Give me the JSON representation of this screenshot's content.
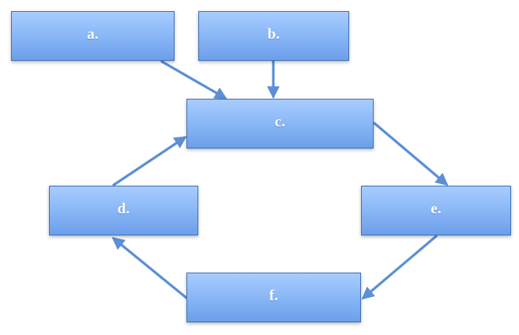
{
  "diagram": {
    "nodes": [
      {
        "id": "a",
        "label": "a."
      },
      {
        "id": "b",
        "label": "b."
      },
      {
        "id": "c",
        "label": "c."
      },
      {
        "id": "d",
        "label": "d."
      },
      {
        "id": "e",
        "label": "e."
      },
      {
        "id": "f",
        "label": "f."
      }
    ],
    "edges": [
      {
        "from": "a",
        "to": "c"
      },
      {
        "from": "b",
        "to": "c"
      },
      {
        "from": "c",
        "to": "e"
      },
      {
        "from": "e",
        "to": "f"
      },
      {
        "from": "f",
        "to": "d"
      },
      {
        "from": "d",
        "to": "c"
      }
    ]
  },
  "colors": {
    "box_top": "#a9ccff",
    "box_bottom": "#6c9fea",
    "box_border": "#3f72b5",
    "arrow": "#5b8fd6",
    "label": "#ffffff",
    "background": "#ffffff"
  }
}
